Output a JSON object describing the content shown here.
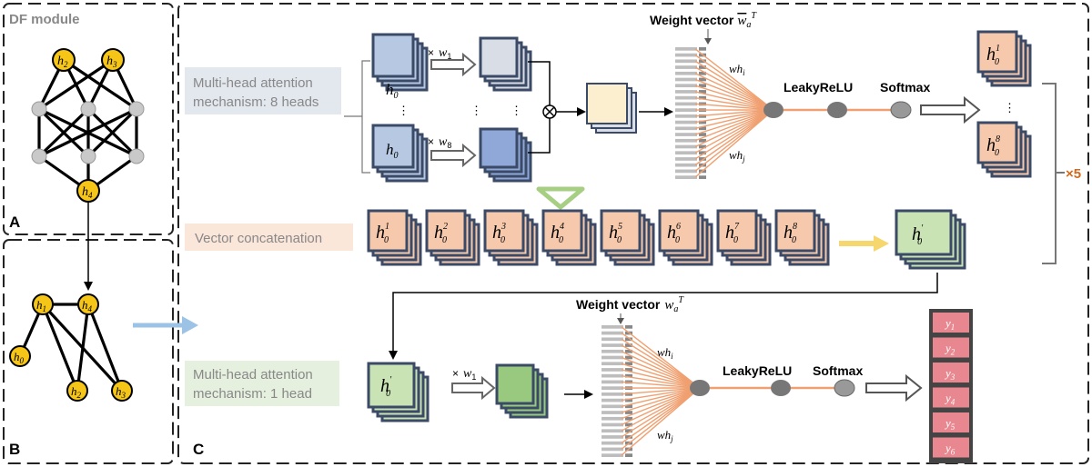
{
  "panel_a": {
    "title": "DF module",
    "letter": "A",
    "nodes": {
      "top_left": "h",
      "top_left_sub": "2",
      "top_right": "h",
      "top_right_sub": "3",
      "bottom": "h",
      "bottom_sub": "4"
    }
  },
  "panel_b": {
    "letter": "B",
    "nodes": [
      {
        "t": "h",
        "s": "1"
      },
      {
        "t": "h",
        "s": "4"
      },
      {
        "t": "h",
        "s": "0"
      },
      {
        "t": "h",
        "s": "2"
      },
      {
        "t": "h",
        "s": "3"
      }
    ]
  },
  "panel_c": {
    "letter": "C",
    "top": {
      "label_line1": "Multi-head attention",
      "label_line2": "mechanism: 8 heads",
      "input_h": "h",
      "input_sub": "0",
      "times": "×",
      "w1": "w",
      "w1_sub": "1",
      "w8": "w",
      "w8_sub": "8",
      "dots": "⋮",
      "weight_vector": "Weight vector",
      "wa_w": "w",
      "wa_sub": "a",
      "wa_sup": "T",
      "whi": "wh",
      "whi_sub": "i",
      "whj": "wh",
      "whj_sub": "j",
      "leaky": "LeakyReLU",
      "softmax": "Softmax",
      "out_first_sup": "1",
      "out_last_sup": "8",
      "repeat": "×5"
    },
    "concat": {
      "label": "Vector concatenation",
      "sups": [
        "1",
        "2",
        "3",
        "4",
        "5",
        "6",
        "7",
        "8"
      ],
      "result_sup": "'"
    },
    "bottom": {
      "label_line1": "Multi-head attention",
      "label_line2": "mechanism: 1 head",
      "input_sup": "'",
      "times": "×",
      "w1": "w",
      "w1_sub": "1",
      "weight_vector": "Weight vector",
      "wa_w": "w",
      "wa_sub": "a",
      "wa_sup": "T",
      "whi": "wh",
      "whi_sub": "i",
      "whj": "wh",
      "whj_sub": "j",
      "leaky": "LeakyReLU",
      "softmax": "Softmax",
      "outputs": [
        "1",
        "2",
        "3",
        "4",
        "5",
        "6"
      ]
    }
  },
  "colors": {
    "node_yellow": "#f5c518",
    "blue_box": "#b6c8e2",
    "orange_box": "#f6c9ad",
    "green_box": "#c9e3b4",
    "pink_box": "#e8878f",
    "dark_stack": "#3b4a66",
    "fan": "#f0a070"
  }
}
